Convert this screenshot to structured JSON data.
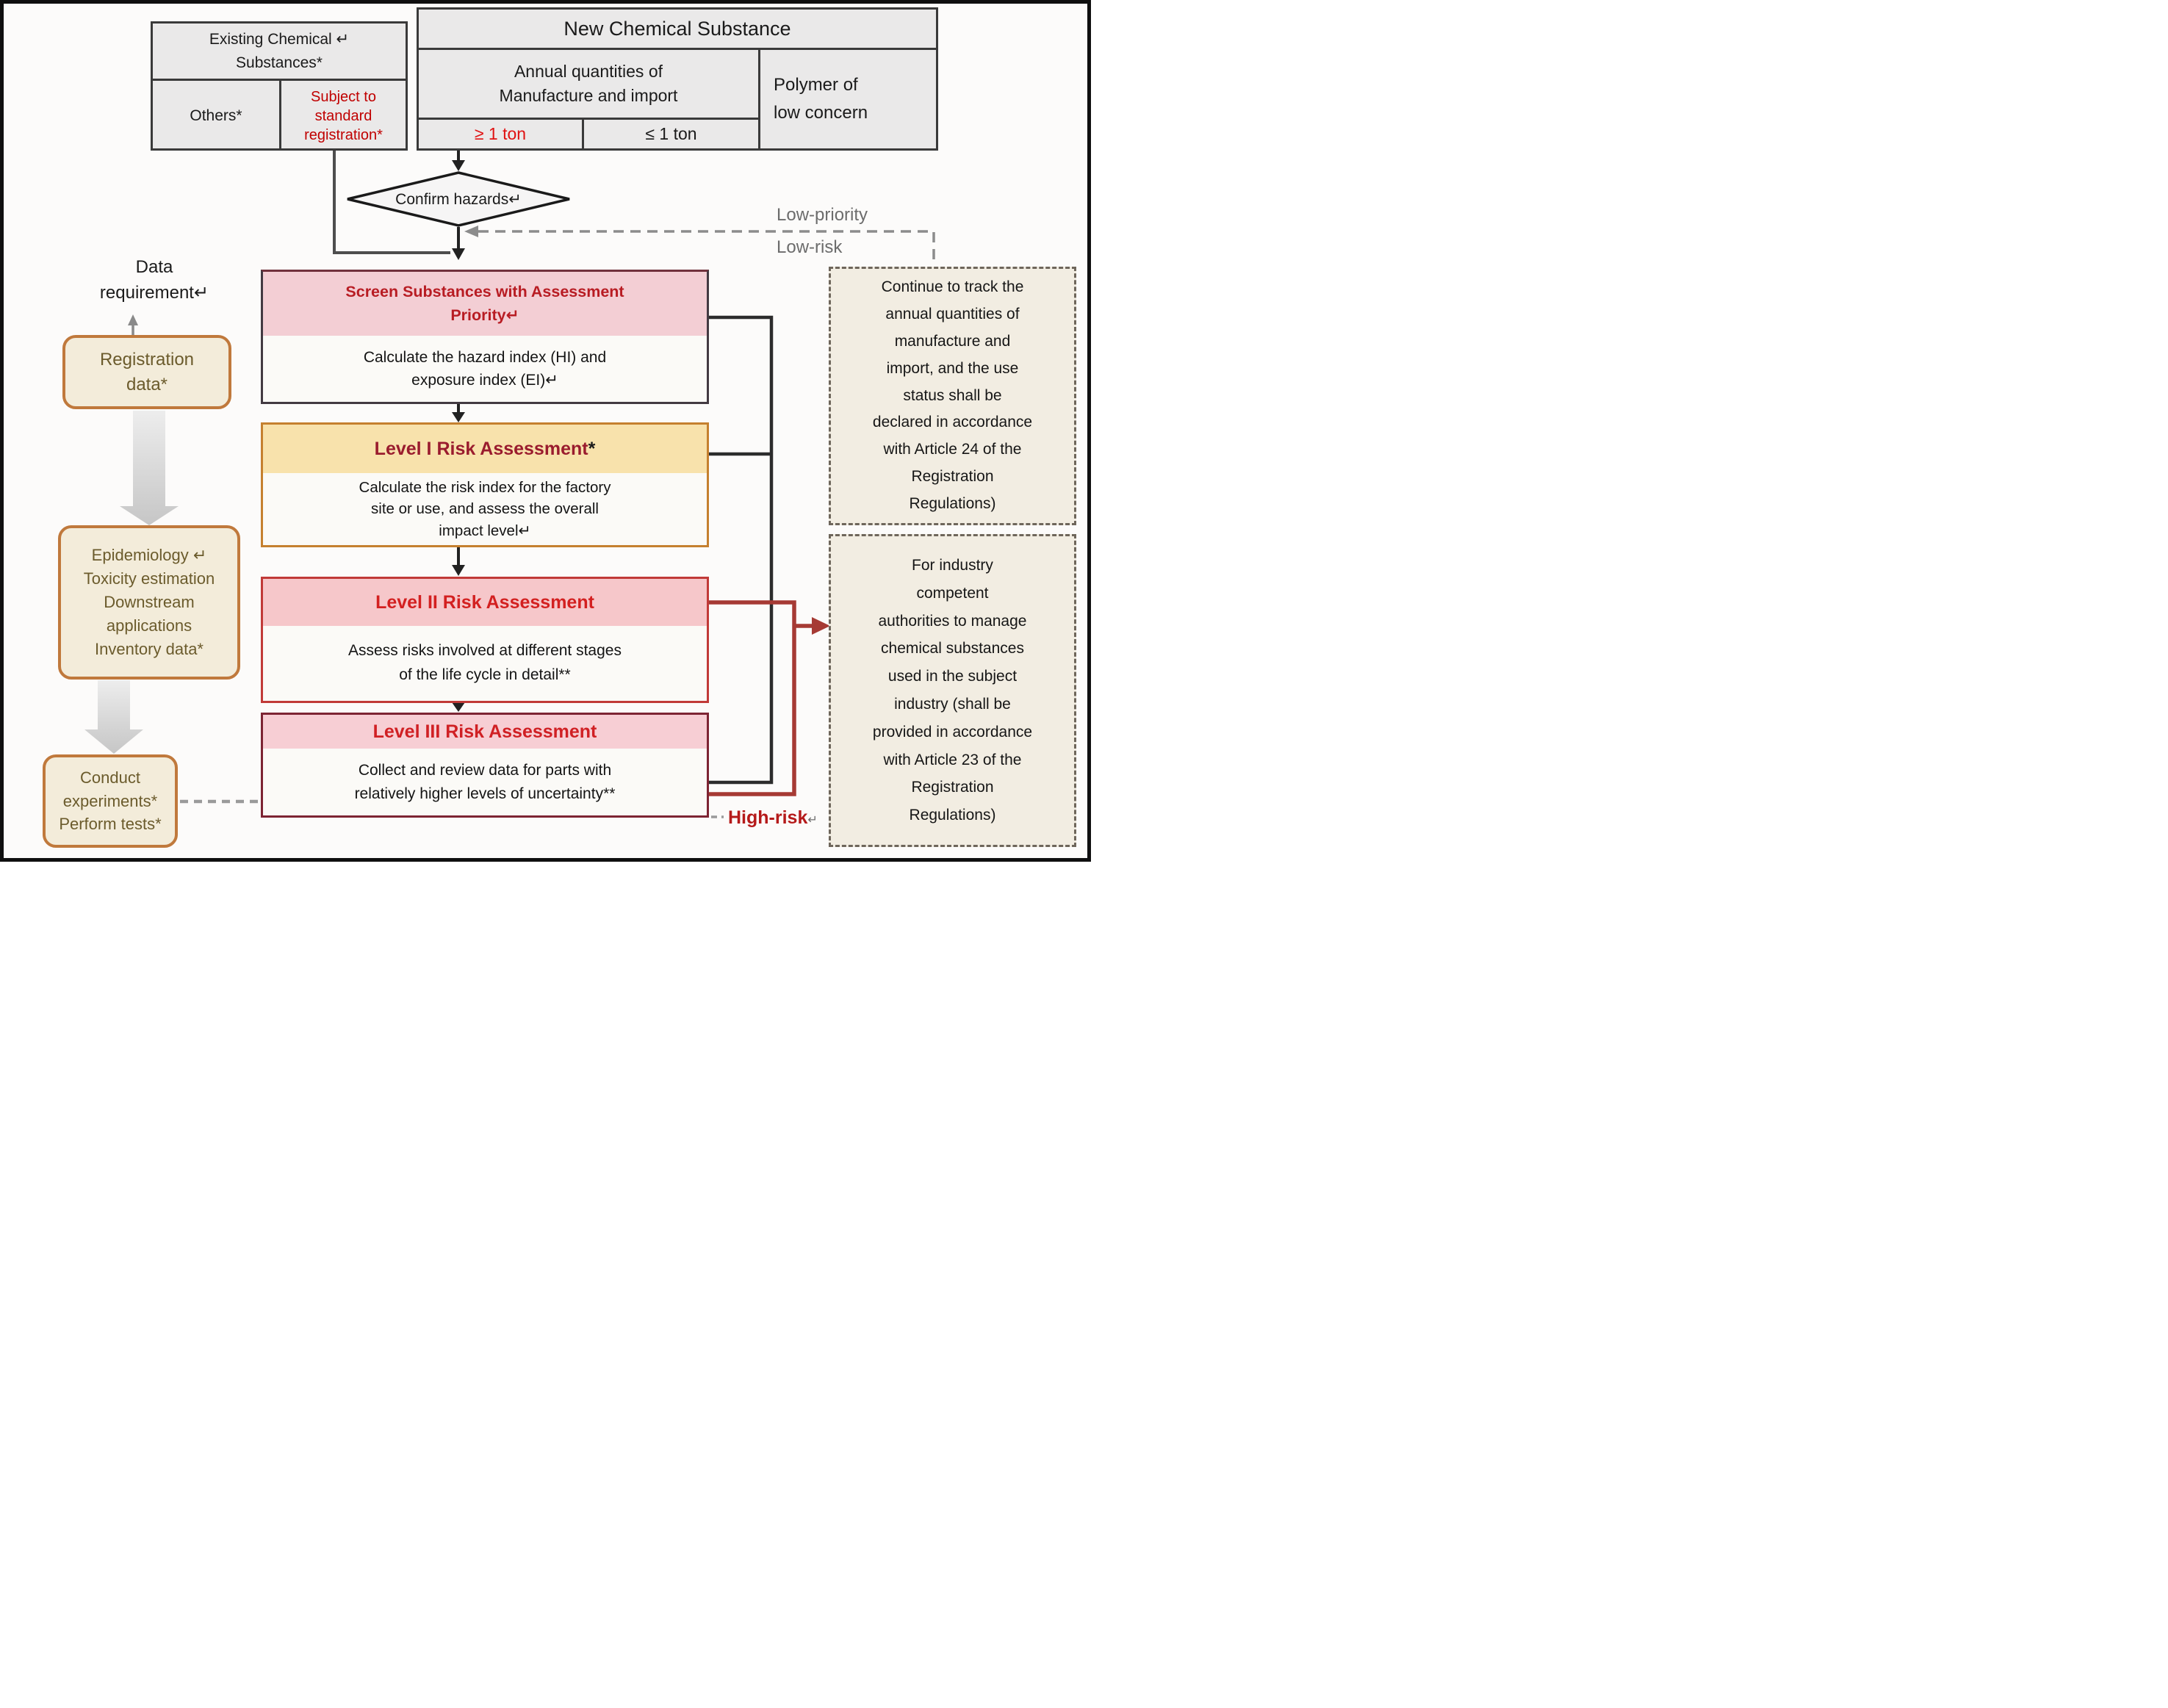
{
  "palette": {
    "accent_red": "#C00000",
    "title_red": "#D32020",
    "level1_title_red": "#9A1C2E",
    "orange_border": "#C5802F",
    "red_border": "#C13A38",
    "maroon_border": "#7D2433",
    "olive_text": "#6B5B2C",
    "beige_fill": "#F3ECDA",
    "dashed_box_fill": "#F2EDE2",
    "dashed_box_border": "#6E665B",
    "gray_table_fill": "#EAE9E9",
    "gray_label": "#6C6C6C",
    "connector_black": "#2C2C2C",
    "connector_red": "#A63A34",
    "connector_gray": "#8C8C8C",
    "high_risk_red": "#B51A1A"
  },
  "existing_table": {
    "title_lines": [
      "Existing Chemical ↵",
      "Substances*"
    ],
    "cell_others": "Others*",
    "cell_subject": "Subject to standard registration*"
  },
  "new_table": {
    "title": "New Chemical Substance",
    "annual_lines": [
      "Annual quantities of",
      "Manufacture and import"
    ],
    "polymer_lines": [
      "Polymer of",
      "low concern"
    ],
    "ge_ton": "≥ 1 ton",
    "le_ton": "≤ 1 ton"
  },
  "diamond": {
    "label": "Confirm hazards↵"
  },
  "labels": {
    "low_priority": "Low-priority",
    "low_risk": "Low-risk",
    "high_risk": "High-risk",
    "return_mark": "↵",
    "data_requirement_lines": [
      "Data",
      "requirement↵"
    ]
  },
  "flow": {
    "screen_title_lines": [
      "Screen Substances with Assessment",
      "Priority↵"
    ],
    "screen_body_lines": [
      "Calculate the hazard index (HI) and",
      "exposure index (EI)↵"
    ],
    "l1_title": "Level I Risk Assessment",
    "l1_title_mark": "*",
    "l1_body_lines": [
      "Calculate the risk index for the factory",
      "site or use, and assess the overall",
      "impact level↵"
    ],
    "l2_title": "Level II Risk Assessment",
    "l2_body_lines": [
      "Assess risks involved at different stages",
      "of the life cycle in detail**"
    ],
    "l3_title": "Level III Risk Assessment",
    "l3_body_lines": [
      "Collect and review data for parts with",
      "relatively higher levels of uncertainty**"
    ]
  },
  "side_boxes": {
    "registration_lines": [
      "Registration",
      "data*"
    ],
    "epidemiology_lines": [
      "Epidemiology ↵",
      "Toxicity estimation",
      "Downstream",
      "applications",
      "Inventory data*"
    ],
    "conduct_lines": [
      "Conduct",
      "experiments*",
      "Perform tests*"
    ]
  },
  "dashed_boxes": {
    "track_lines": [
      "Continue to track the",
      "annual quantities of",
      "manufacture and",
      "import, and the use",
      "status shall be",
      "declared in accordance",
      "with Article 24 of the",
      "Registration",
      "Regulations)"
    ],
    "industry_lines": [
      "For industry",
      "competent",
      "authorities to manage",
      "chemical substances",
      "used in the subject",
      "industry (shall be",
      "provided in accordance",
      "with Article 23 of the",
      "Registration",
      "Regulations)"
    ]
  }
}
